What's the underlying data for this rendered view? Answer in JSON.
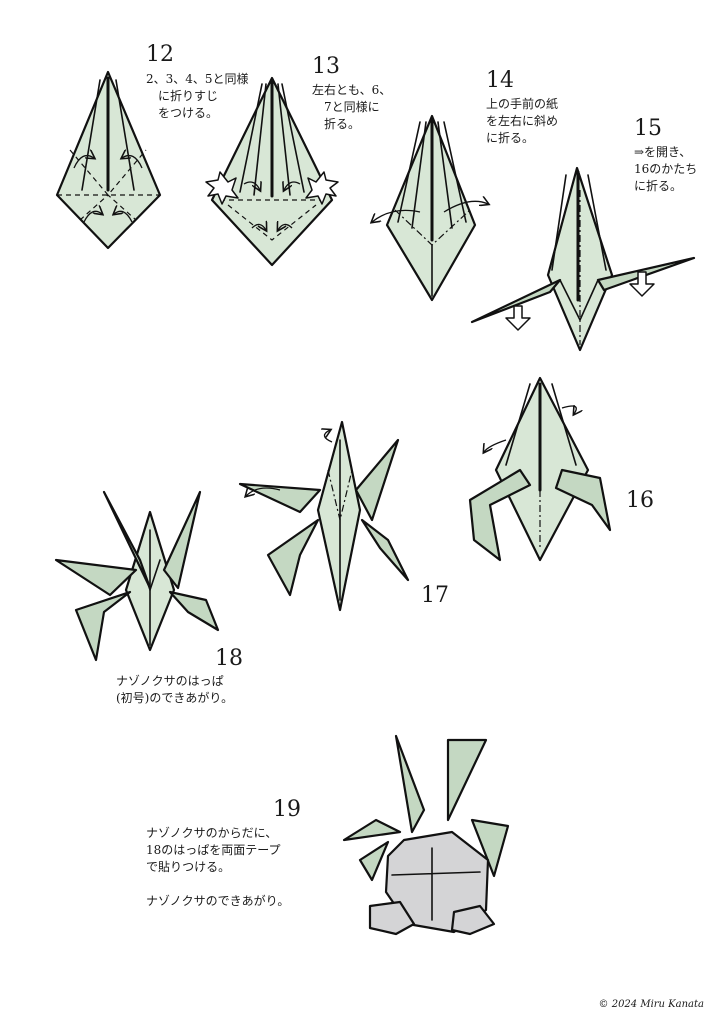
{
  "steps": [
    {
      "number": "12",
      "lines": [
        "2、3、4、5と同様",
        "に折りすじ",
        "をつける。"
      ]
    },
    {
      "number": "13",
      "lines": [
        "左右とも、6、",
        "7と同様に",
        "折る。"
      ]
    },
    {
      "number": "14",
      "lines": [
        "上の手前の紙",
        "を左右に斜め",
        "に折る。"
      ]
    },
    {
      "number": "15",
      "lines": [
        "⇒を開き、",
        "16のかたち",
        "に折る。"
      ]
    },
    {
      "number": "16",
      "lines": []
    },
    {
      "number": "17",
      "lines": []
    },
    {
      "number": "18",
      "lines": [
        "ナゾノクサのはっぱ",
        "(初号)のできあがり。"
      ]
    },
    {
      "number": "19",
      "lines": [
        "ナゾノクサのからだに、",
        "18のはっぱを両面テープ",
        "で貼りつける。",
        "",
        "ナゾノクサのできあがり。"
      ]
    }
  ],
  "credit": "© 2024 Miru Kanata",
  "colors": {
    "paper": "#d8e7d6",
    "rock": "#d4d4d6",
    "ink": "#111111"
  }
}
